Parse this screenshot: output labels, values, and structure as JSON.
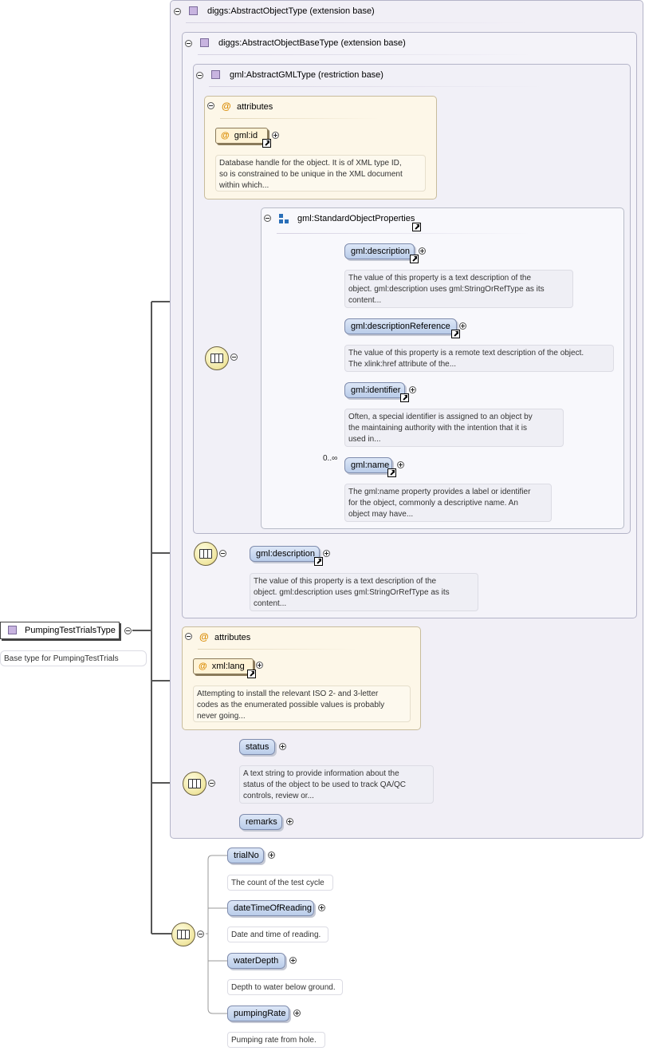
{
  "root": {
    "label": "PumpingTestTrialsType",
    "doc": "Base type for PumpingTestTrials"
  },
  "ext1": {
    "label": "diggs:AbstractObjectType (extension base)"
  },
  "ext2": {
    "label": "diggs:AbstractObjectBaseType (extension base)"
  },
  "restr": {
    "label": "gml:AbstractGMLType (restriction base)"
  },
  "attrs1": {
    "title": "attributes",
    "attr": "gml:id",
    "doc": [
      "Database handle for the object. It is of XML type ID,",
      "so is constrained to be unique in the XML document",
      "within which..."
    ]
  },
  "std": {
    "label": "gml:StandardObjectProperties",
    "elements": [
      {
        "label": "gml:description",
        "doc": [
          "The value of this property is a text description of the",
          "object. gml:description uses gml:StringOrRefType as its",
          "content..."
        ]
      },
      {
        "label": "gml:descriptionReference",
        "doc": [
          "The value of this property is a remote text description of the object.",
          "The xlink:href attribute of the..."
        ]
      },
      {
        "label": "gml:identifier",
        "doc": [
          "Often, a special identifier is assigned to an object by",
          "the maintaining authority with the intention that it is",
          "used in..."
        ]
      },
      {
        "label": "gml:name",
        "cardinality": "0..∞",
        "doc": [
          "The gml:name property provides a label or identifier",
          "for the object, commonly a descriptive name. An",
          "object may have..."
        ]
      }
    ]
  },
  "desc2": {
    "label": "gml:description",
    "doc": [
      "The value of this property is a text description of the",
      "object. gml:description uses gml:StringOrRefType as its",
      "content..."
    ]
  },
  "attrs2": {
    "title": "attributes",
    "attr": "xml:lang",
    "doc": [
      "Attempting to install the relevant ISO 2- and 3-letter",
      "codes as the enumerated possible values is probably",
      "never going..."
    ]
  },
  "statusSeq": {
    "status": "status",
    "statusDoc": [
      "A text string to provide information about the",
      "status of the object to be used to track QA/QC",
      "controls, review or..."
    ],
    "remarks": "remarks"
  },
  "trials": [
    {
      "label": "trialNo",
      "doc": "The count of the test cycle"
    },
    {
      "label": "dateTimeOfReading",
      "doc": "Date and time of reading."
    },
    {
      "label": "waterDepth",
      "doc": "Depth to water below ground."
    },
    {
      "label": "pumpingRate",
      "doc": "Pumping rate from hole."
    }
  ]
}
